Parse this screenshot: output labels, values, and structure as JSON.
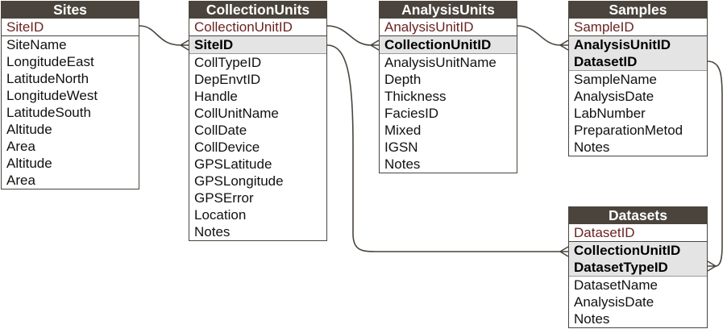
{
  "diagram": {
    "tables": [
      {
        "key": "sites",
        "title": "Sites",
        "fields": [
          {
            "name": "SiteID",
            "kind": "pk"
          },
          {
            "name": "SiteName",
            "kind": "attr"
          },
          {
            "name": "LongitudeEast",
            "kind": "attr"
          },
          {
            "name": "LatitudeNorth",
            "kind": "attr"
          },
          {
            "name": "LongitudeWest",
            "kind": "attr"
          },
          {
            "name": "LatitudeSouth",
            "kind": "attr"
          },
          {
            "name": "Altitude",
            "kind": "attr"
          },
          {
            "name": "Area",
            "kind": "attr"
          },
          {
            "name": "Altitude",
            "kind": "attr"
          },
          {
            "name": "Area",
            "kind": "attr"
          }
        ]
      },
      {
        "key": "collectionunits",
        "title": "CollectionUnits",
        "fields": [
          {
            "name": "CollectionUnitID",
            "kind": "pk"
          },
          {
            "name": "SiteID",
            "kind": "fk"
          },
          {
            "name": "CollTypeID",
            "kind": "attr"
          },
          {
            "name": "DepEnvtID",
            "kind": "attr"
          },
          {
            "name": "Handle",
            "kind": "attr"
          },
          {
            "name": "CollUnitName",
            "kind": "attr"
          },
          {
            "name": "CollDate",
            "kind": "attr"
          },
          {
            "name": "CollDevice",
            "kind": "attr"
          },
          {
            "name": "GPSLatitude",
            "kind": "attr"
          },
          {
            "name": "GPSLongitude",
            "kind": "attr"
          },
          {
            "name": "GPSError",
            "kind": "attr"
          },
          {
            "name": "Location",
            "kind": "attr"
          },
          {
            "name": "Notes",
            "kind": "attr"
          }
        ]
      },
      {
        "key": "analysisunits",
        "title": "AnalysisUnits",
        "fields": [
          {
            "name": "AnalysisUnitID",
            "kind": "pk"
          },
          {
            "name": "CollectionUnitID",
            "kind": "fk"
          },
          {
            "name": "AnalysisUnitName",
            "kind": "attr"
          },
          {
            "name": "Depth",
            "kind": "attr"
          },
          {
            "name": "Thickness",
            "kind": "attr"
          },
          {
            "name": "FaciesID",
            "kind": "attr"
          },
          {
            "name": "Mixed",
            "kind": "attr"
          },
          {
            "name": "IGSN",
            "kind": "attr"
          },
          {
            "name": "Notes",
            "kind": "attr"
          }
        ]
      },
      {
        "key": "samples",
        "title": "Samples",
        "fields": [
          {
            "name": "SampleID",
            "kind": "pk"
          },
          {
            "name": "AnalysisUnitID",
            "kind": "fk"
          },
          {
            "name": "DatasetID",
            "kind": "fk"
          },
          {
            "name": "SampleName",
            "kind": "attr"
          },
          {
            "name": "AnalysisDate",
            "kind": "attr"
          },
          {
            "name": "LabNumber",
            "kind": "attr"
          },
          {
            "name": "PreparationMetod",
            "kind": "attr"
          },
          {
            "name": "Notes",
            "kind": "attr"
          }
        ]
      },
      {
        "key": "datasets",
        "title": "Datasets",
        "fields": [
          {
            "name": "DatasetID",
            "kind": "pk"
          },
          {
            "name": "CollectionUnitID",
            "kind": "fk"
          },
          {
            "name": "DatasetTypeID",
            "kind": "fk"
          },
          {
            "name": "DatasetName",
            "kind": "attr"
          },
          {
            "name": "AnalysisDate",
            "kind": "attr"
          },
          {
            "name": "Notes",
            "kind": "attr"
          }
        ]
      }
    ],
    "relationships": [
      {
        "from_table": "sites",
        "from_field": "SiteID",
        "to_table": "collectionunits",
        "to_field": "SiteID",
        "cardinality": "one-to-many"
      },
      {
        "from_table": "collectionunits",
        "from_field": "CollectionUnitID",
        "to_table": "analysisunits",
        "to_field": "CollectionUnitID",
        "cardinality": "one-to-many"
      },
      {
        "from_table": "analysisunits",
        "from_field": "AnalysisUnitID",
        "to_table": "samples",
        "to_field": "AnalysisUnitID",
        "cardinality": "one-to-many"
      },
      {
        "from_table": "collectionunits",
        "from_field": "SiteID",
        "to_table": "datasets",
        "to_field": "CollectionUnitID",
        "cardinality": "one-to-many"
      },
      {
        "from_table": "samples",
        "from_field": "DatasetID",
        "to_table": "datasets",
        "to_field": "DatasetTypeID",
        "cardinality": "one-to-many"
      }
    ],
    "colors": {
      "header_bg": "#4a443d",
      "header_text": "#ffffff",
      "primary_key_text": "#6b2323",
      "foreign_key_bg": "#e4e4e4"
    }
  }
}
